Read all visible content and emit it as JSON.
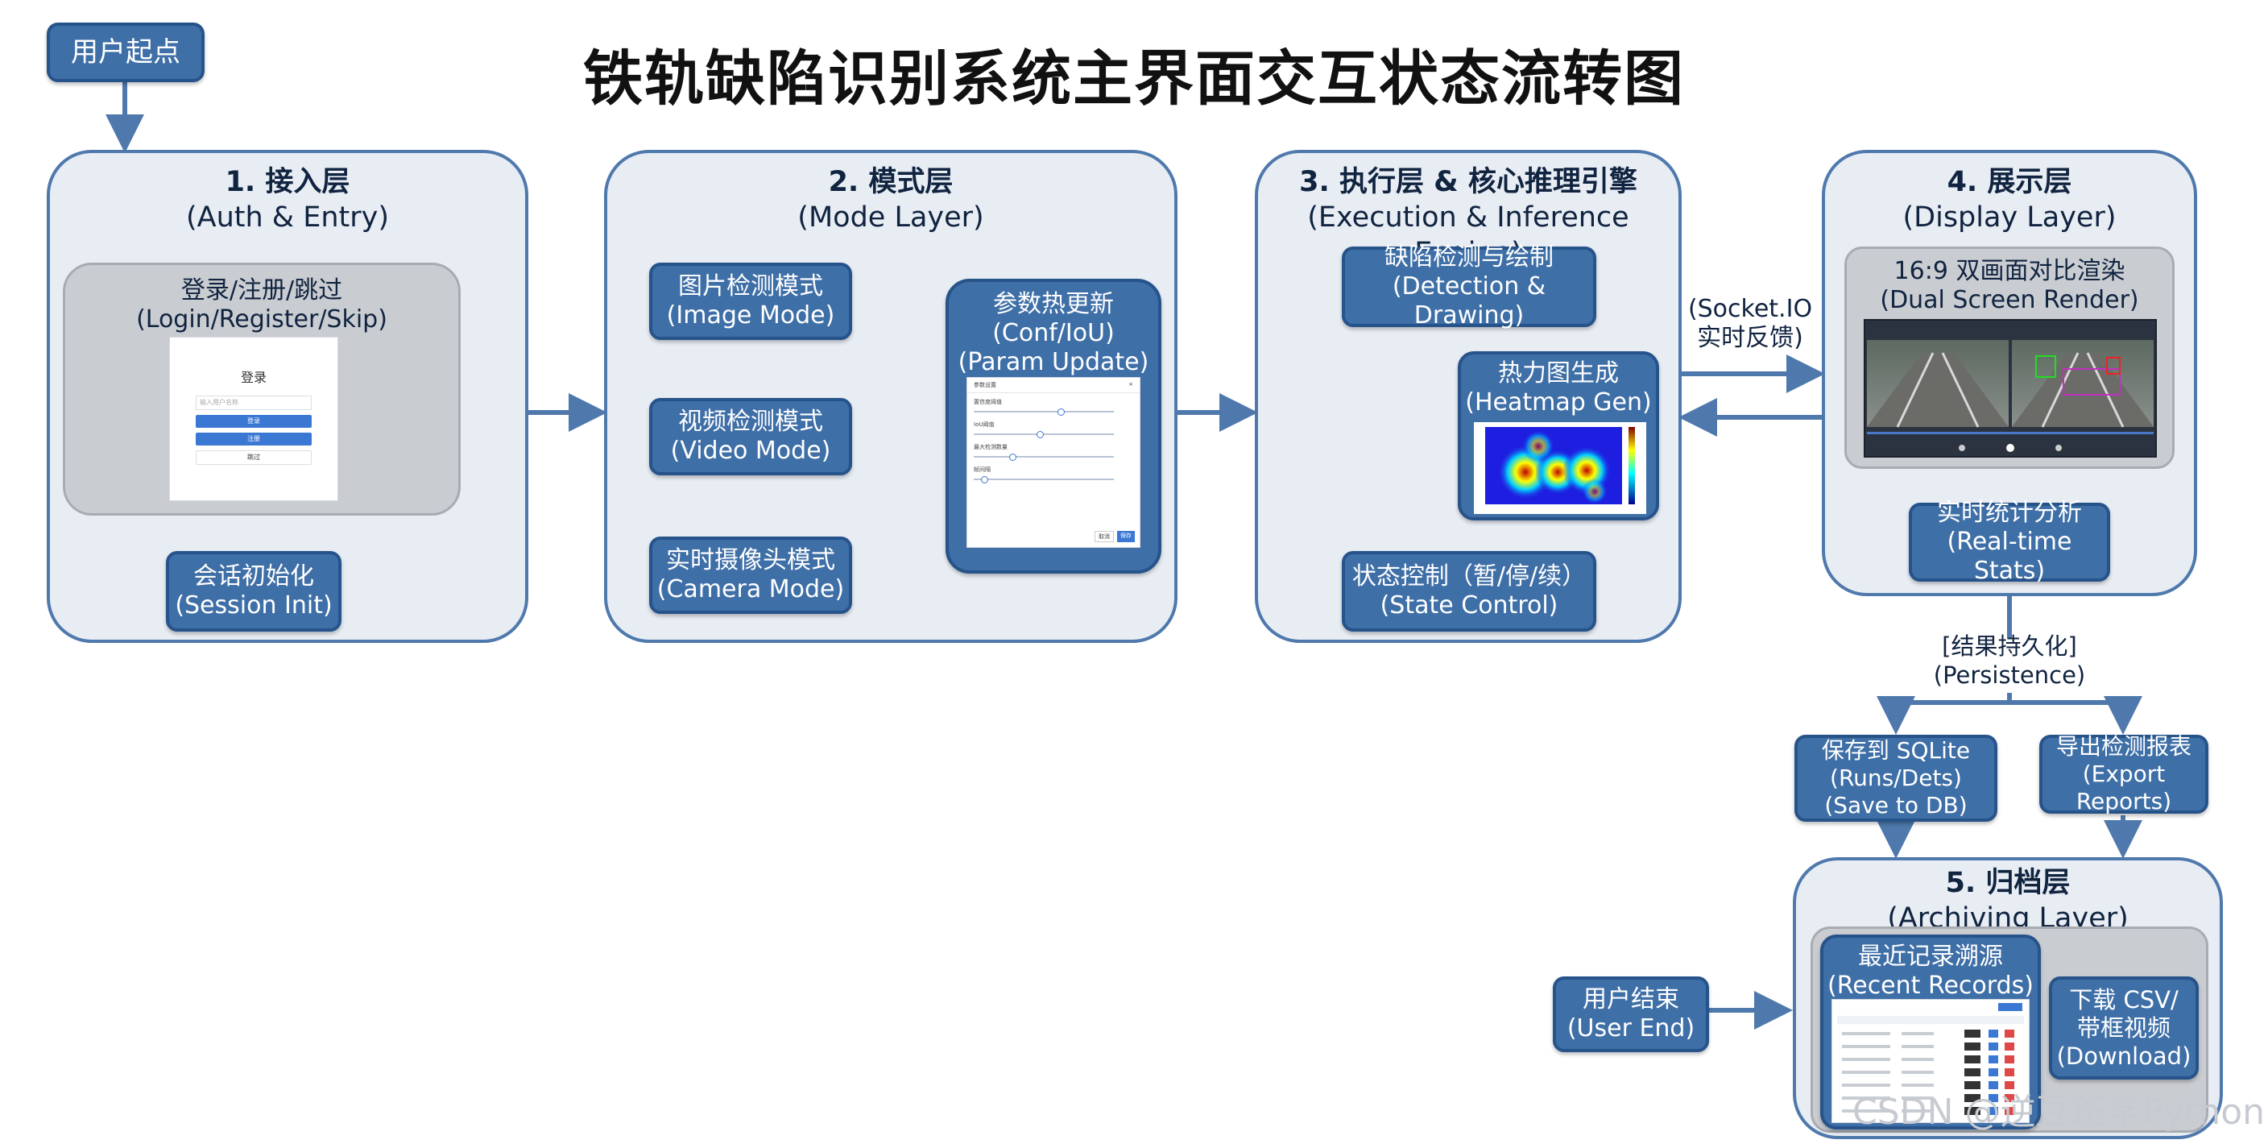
{
  "title": "铁轨缺陷识别系统主界面交互状态流转图",
  "start": "用户起点",
  "end_node": [
    "用户结束",
    "(User End)"
  ],
  "layers": {
    "auth": {
      "title": "1. 接入层",
      "subtitle": "(Auth & Entry)",
      "login_box": [
        "登录/注册/跳过",
        "(Login/Register/Skip)"
      ],
      "login_mock": {
        "heading": "登录",
        "placeholder": "输入用户名称",
        "btn1": "登录",
        "btn2": "注册",
        "btn3": "跳过"
      },
      "session": [
        "会话初始化",
        "(Session Init)"
      ]
    },
    "mode": {
      "title": "2. 模式层",
      "subtitle": "(Mode Layer)",
      "image": [
        "图片检测模式",
        "(Image Mode)"
      ],
      "video": [
        "视频检测模式",
        "(Video Mode)"
      ],
      "camera": [
        "实时摄像头模式",
        "(Camera Mode)"
      ],
      "param": [
        "参数热更新",
        "(Conf/IoU)",
        "(Param Update)"
      ],
      "param_mock": {
        "heading": "参数设置",
        "close": "×",
        "row1": "置信度阈值",
        "row2": "IoU阈值",
        "row3": "最大检测数量",
        "row4": "帧间隔",
        "cancel": "取消",
        "ok": "保存"
      }
    },
    "exec": {
      "title": "3. 执行层 & 核心推理引擎",
      "subtitle": "(Execution & Inference Engine)",
      "detect": [
        "缺陷检测与绘制",
        "(Detection & Drawing)"
      ],
      "heatmap": [
        "热力图生成",
        "(Heatmap Gen)"
      ],
      "state": [
        "状态控制（暂/停/续）",
        "(State Control)"
      ]
    },
    "display": {
      "title": "4. 展示层",
      "subtitle": "(Display Layer)",
      "render": [
        "16:9 双画面对比渲染",
        "(Dual Screen Render)"
      ],
      "stats": [
        "实时统计分析",
        "(Real-time Stats)"
      ]
    },
    "archive": {
      "title": "5. 归档层",
      "subtitle": "(Archiving Layer)",
      "records": [
        "最近记录溯源",
        "(Recent Records)"
      ],
      "download": [
        "下载 CSV/",
        "带框视频",
        "(Download)"
      ]
    }
  },
  "socket_label": [
    "(Socket.IO",
    "实时反馈)"
  ],
  "persist_label": [
    "[结果持久化]",
    "(Persistence)"
  ],
  "save_db": [
    "保存到 SQLite",
    "(Runs/Dets)",
    "(Save to DB)"
  ],
  "export": [
    "导出检测报表",
    "(Export Reports)"
  ],
  "watermark": "CSDN @逆豆班学Python",
  "colors": {
    "node_fill": "#3f6fa7",
    "panel_fill": "#e8edf4",
    "arrow": "#4f79ad",
    "heat_bg": "#1e1ee0"
  }
}
